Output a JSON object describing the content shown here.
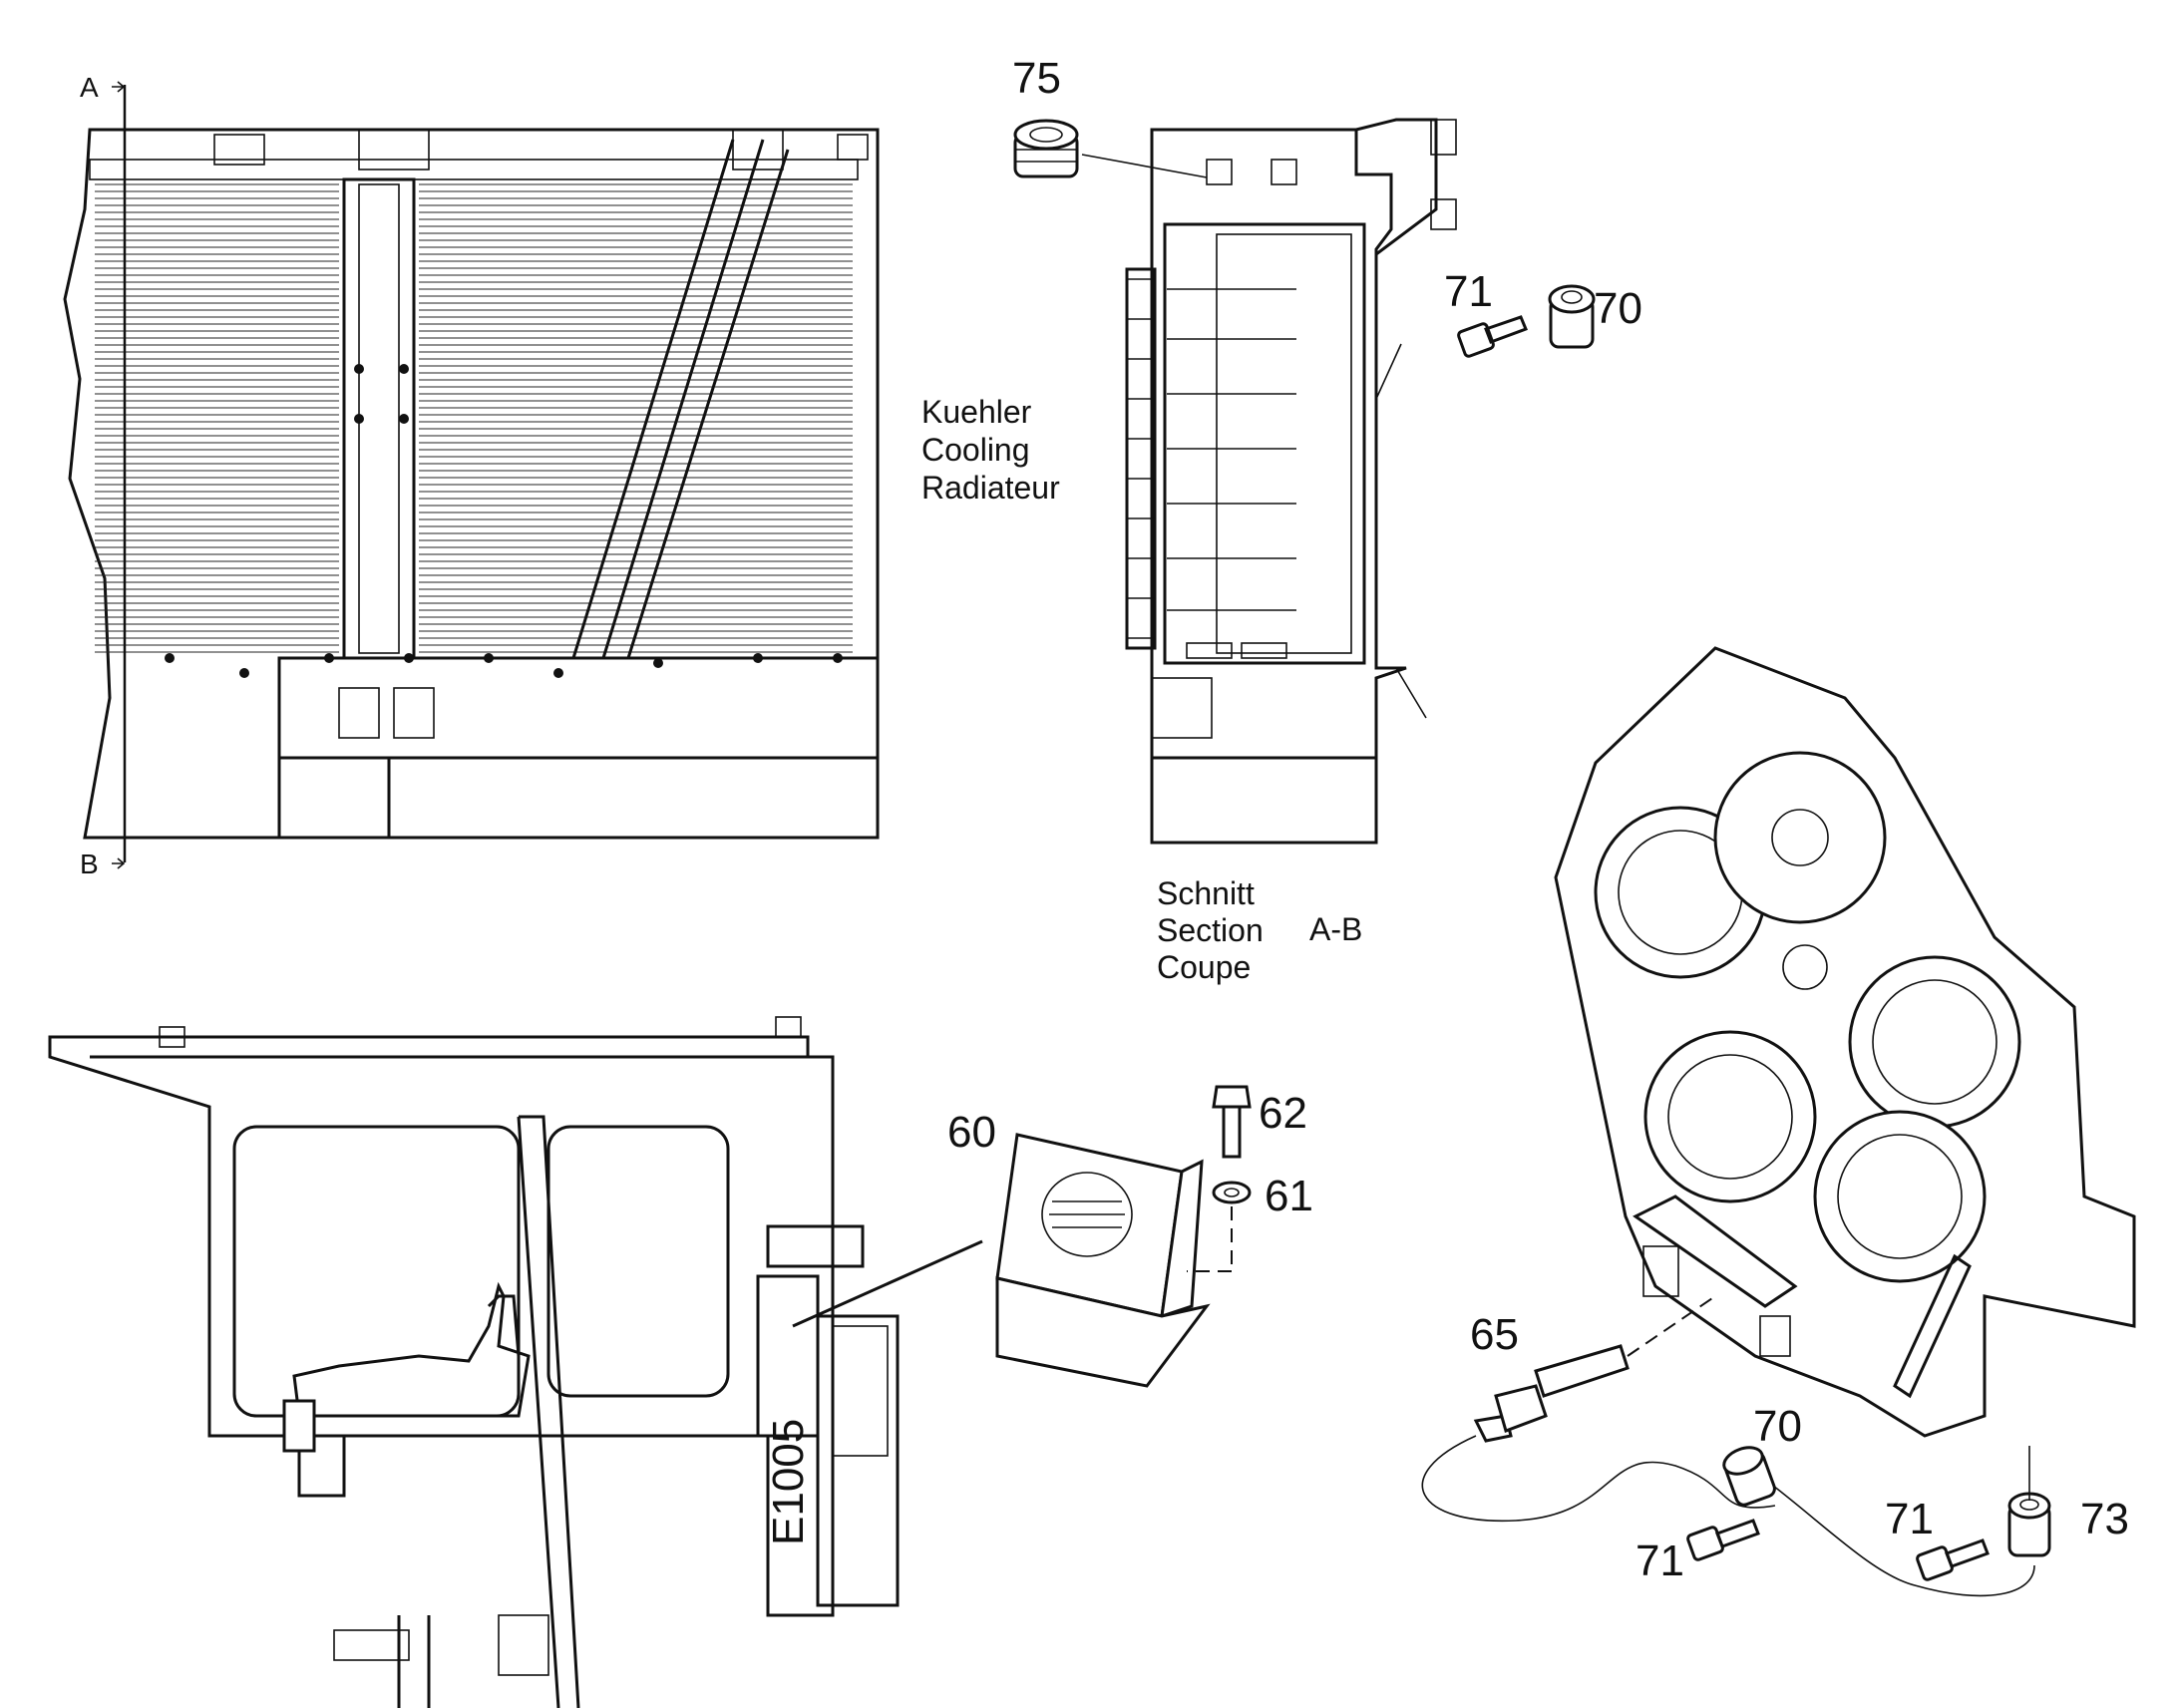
{
  "diagram": {
    "section_markers": {
      "a": "A",
      "b": "B"
    },
    "radiator_caption": [
      "Kuehler",
      "Cooling",
      "Radiateur"
    ],
    "section_caption": [
      "Schnitt",
      "Section",
      "Coupe"
    ],
    "section_id": "A-B",
    "cab_code": "E1005",
    "callouts": {
      "c75": "75",
      "c71_top": "71",
      "c70_top": "70",
      "c60": "60",
      "c62": "62",
      "c61": "61",
      "c65": "65",
      "c70_bottom": "70",
      "c71_bottom_left": "71",
      "c71_bottom_right": "71",
      "c73": "73"
    }
  }
}
